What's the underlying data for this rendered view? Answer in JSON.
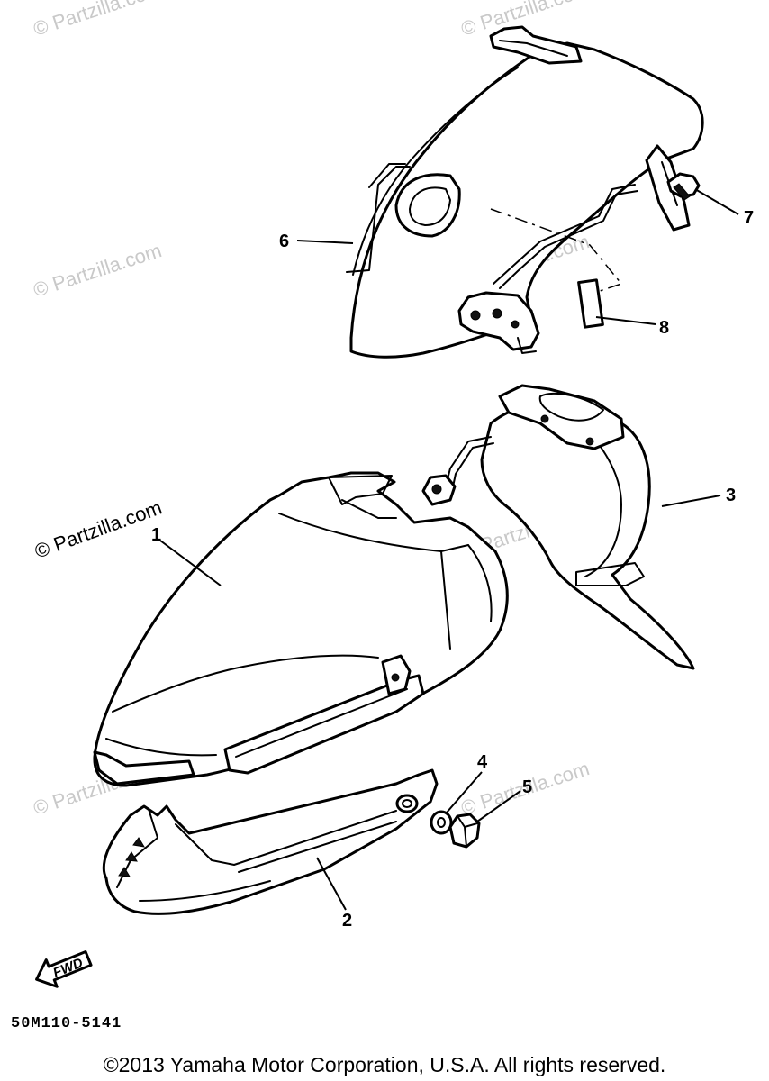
{
  "watermarks": {
    "dark": "© Partzilla.com",
    "light": "© Partzilla.com"
  },
  "callouts": [
    "1",
    "2",
    "3",
    "4",
    "5",
    "6",
    "7",
    "8"
  ],
  "fwd_label": "FWD",
  "diagram_code": "50M110-5141",
  "copyright": "©2013 Yamaha Motor Corporation, U.S.A. All rights reserved."
}
